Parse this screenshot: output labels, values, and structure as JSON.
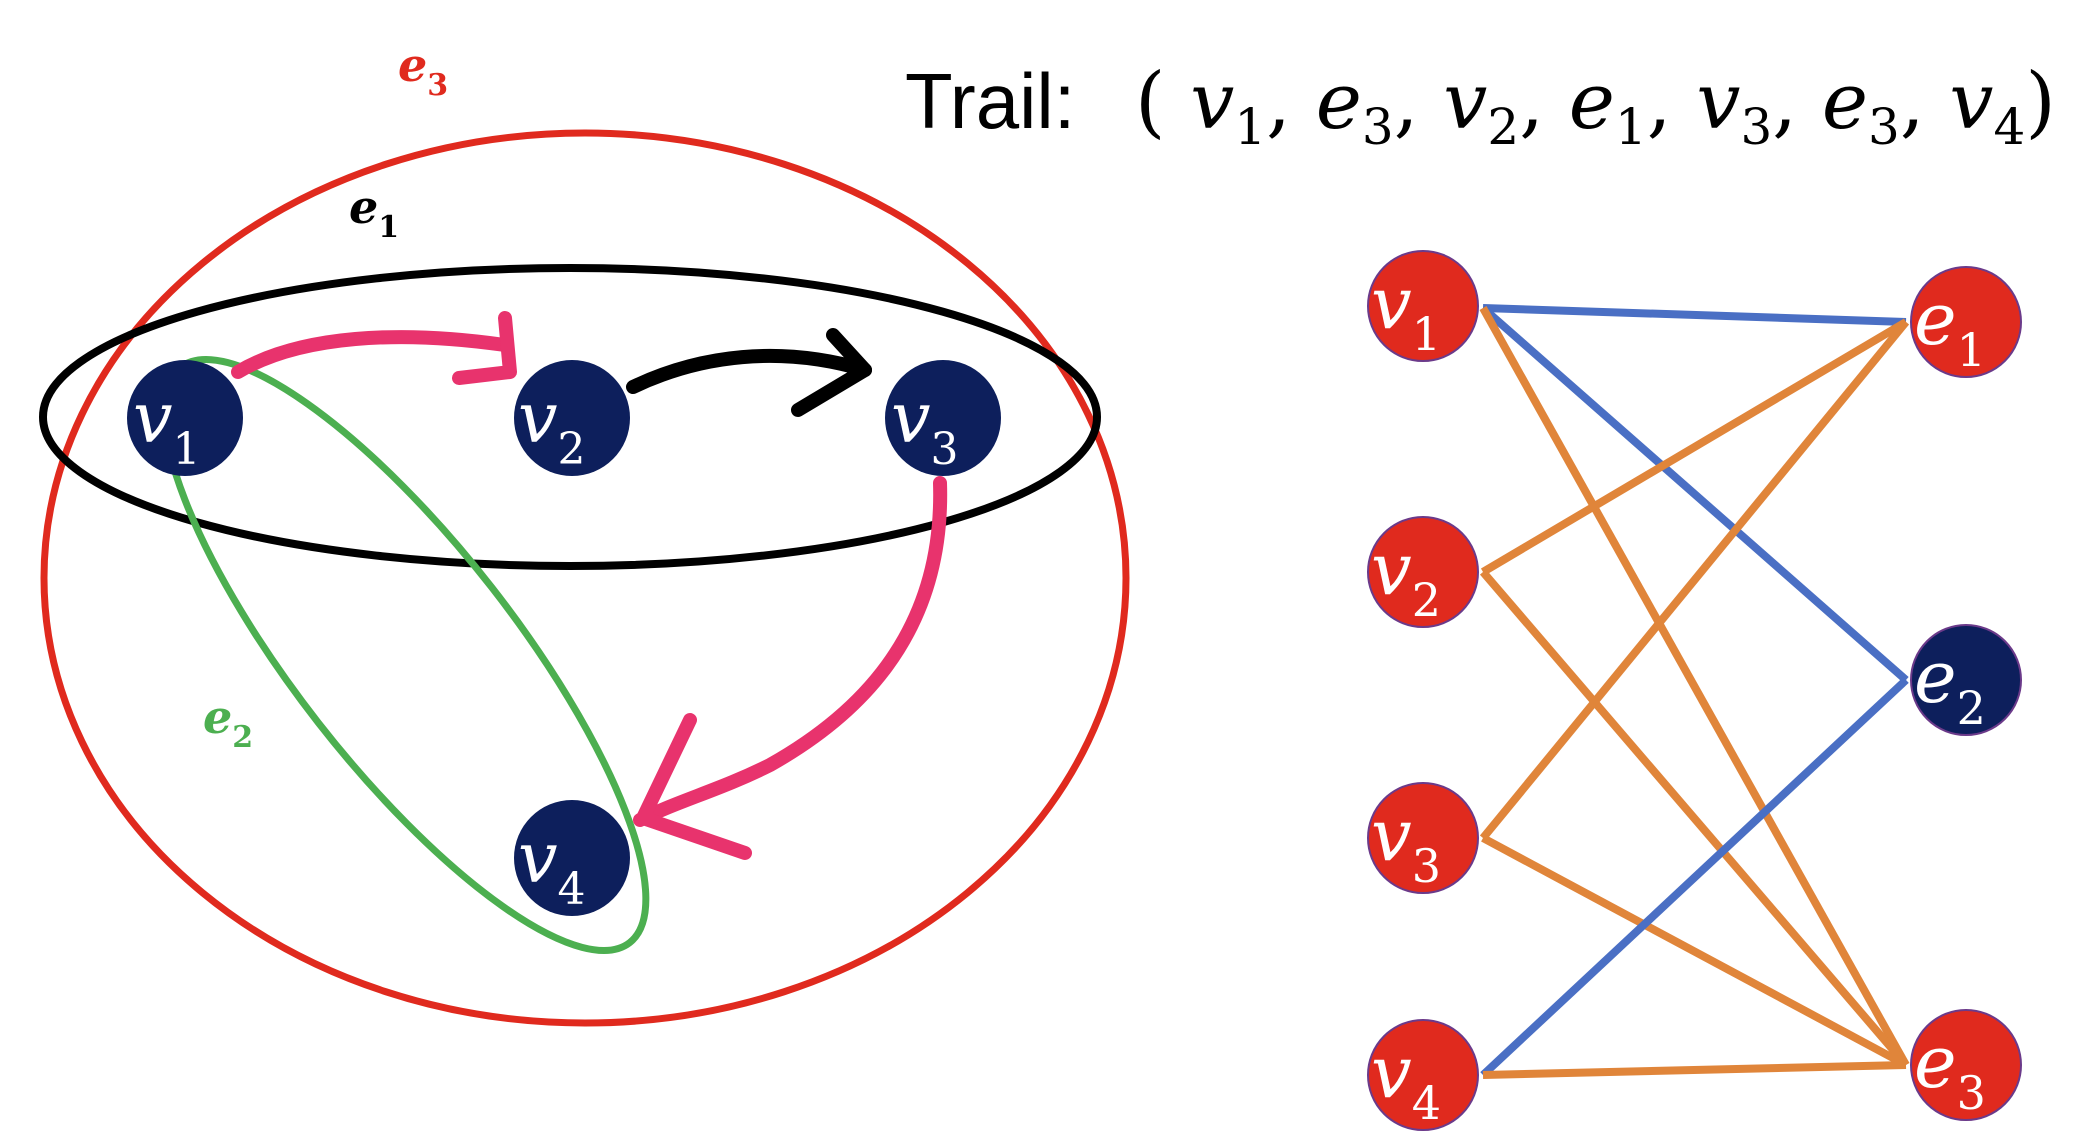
{
  "trail": {
    "label": "Trail:",
    "open": "(",
    "close": ")",
    "sequence": [
      {
        "base": "v",
        "sub": "1"
      },
      {
        "base": "e",
        "sub": "3"
      },
      {
        "base": "v",
        "sub": "2"
      },
      {
        "base": "e",
        "sub": "1"
      },
      {
        "base": "v",
        "sub": "3"
      },
      {
        "base": "e",
        "sub": "3"
      },
      {
        "base": "v",
        "sub": "4"
      }
    ]
  },
  "hypergraph": {
    "vertices": [
      {
        "id": "v1",
        "base": "v",
        "sub": "1"
      },
      {
        "id": "v2",
        "base": "v",
        "sub": "2"
      },
      {
        "id": "v3",
        "base": "v",
        "sub": "3"
      },
      {
        "id": "v4",
        "base": "v",
        "sub": "4"
      }
    ],
    "hyperedges": [
      {
        "id": "e1",
        "base": "e",
        "sub": "1",
        "color": "#000000",
        "members": [
          "v1",
          "v2",
          "v3"
        ]
      },
      {
        "id": "e2",
        "base": "e",
        "sub": "2",
        "color": "#4caf50",
        "members": [
          "v1",
          "v4"
        ]
      },
      {
        "id": "e3",
        "base": "e",
        "sub": "3",
        "color": "#e02a1e",
        "members": [
          "v1",
          "v2",
          "v3",
          "v4"
        ]
      }
    ],
    "trail_arrows": [
      {
        "from": "v1",
        "to": "v2",
        "color": "#e8336d"
      },
      {
        "from": "v2",
        "to": "v3",
        "color": "#000000"
      },
      {
        "from": "v3",
        "to": "v4",
        "color": "#e8336d"
      }
    ],
    "vertex_color": "#0d1f5c"
  },
  "bipartite": {
    "left": [
      {
        "id": "v1",
        "base": "v",
        "sub": "1"
      },
      {
        "id": "v2",
        "base": "v",
        "sub": "2"
      },
      {
        "id": "v3",
        "base": "v",
        "sub": "3"
      },
      {
        "id": "v4",
        "base": "v",
        "sub": "4"
      }
    ],
    "right": [
      {
        "id": "e1",
        "base": "e",
        "sub": "1",
        "highlight": false
      },
      {
        "id": "e2",
        "base": "e",
        "sub": "2",
        "highlight": true
      },
      {
        "id": "e3",
        "base": "e",
        "sub": "3",
        "highlight": false
      }
    ],
    "edges": [
      {
        "from": "v1",
        "to": "e1",
        "color": "#4a6fc4"
      },
      {
        "from": "v1",
        "to": "e2",
        "color": "#4a6fc4"
      },
      {
        "from": "v1",
        "to": "e3",
        "color": "#e0853a"
      },
      {
        "from": "v2",
        "to": "e1",
        "color": "#e0853a"
      },
      {
        "from": "v2",
        "to": "e3",
        "color": "#e0853a"
      },
      {
        "from": "v3",
        "to": "e1",
        "color": "#e0853a"
      },
      {
        "from": "v3",
        "to": "e3",
        "color": "#e0853a"
      },
      {
        "from": "v4",
        "to": "e2",
        "color": "#4a6fc4"
      },
      {
        "from": "v4",
        "to": "e3",
        "color": "#e0853a"
      }
    ],
    "node_color": "#e02a1e",
    "highlight_color": "#0d1f5c"
  }
}
